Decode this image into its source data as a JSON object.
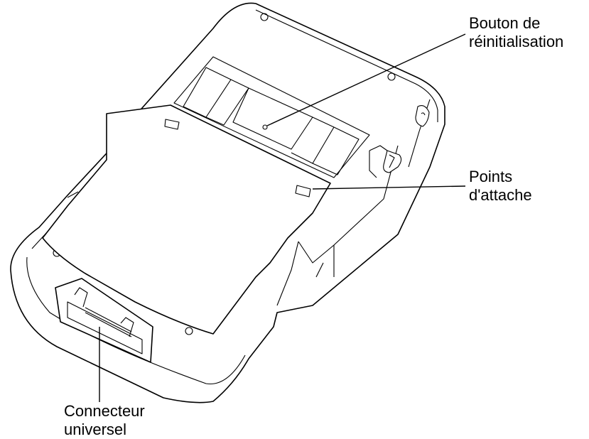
{
  "labels": {
    "reset_button": [
      "Bouton de",
      "réinitialisation"
    ],
    "attach_points": [
      "Points",
      "d'attache"
    ],
    "universal_connector": [
      "Connecteur",
      "universel"
    ]
  },
  "colors": {
    "line": "#000000",
    "background": "#ffffff"
  }
}
